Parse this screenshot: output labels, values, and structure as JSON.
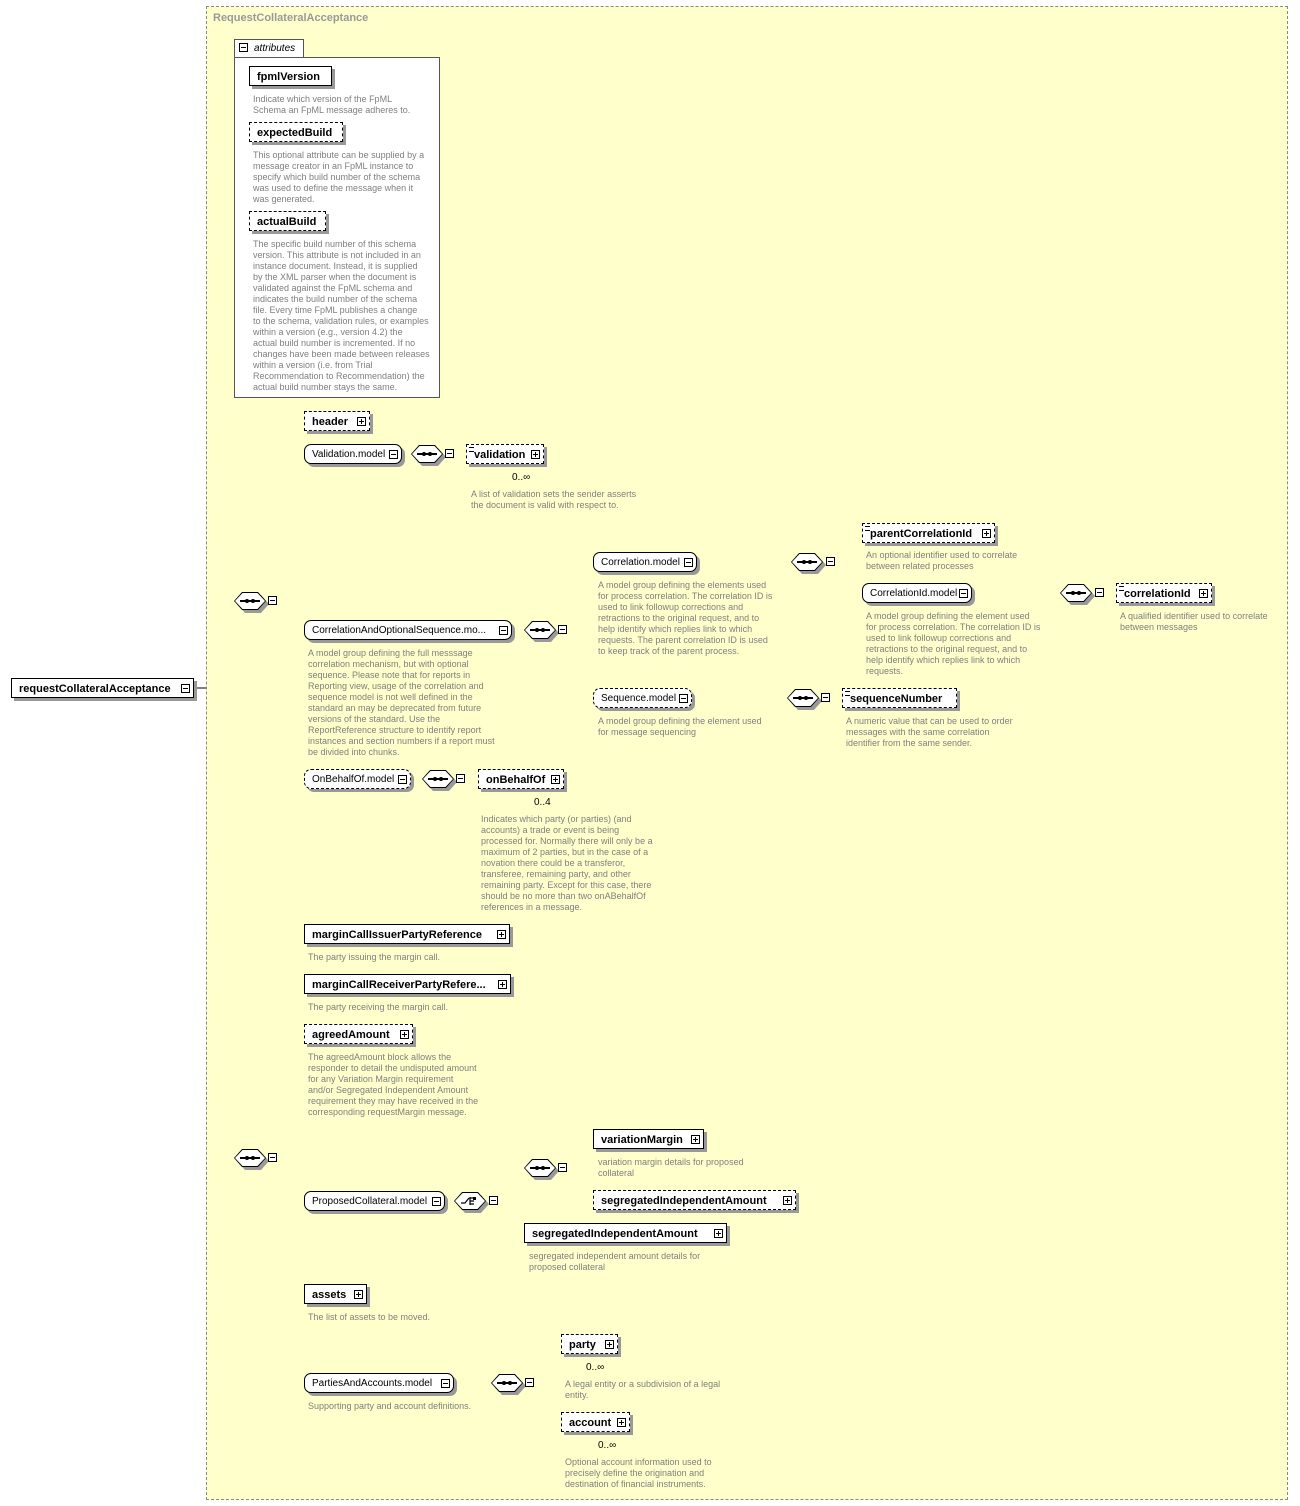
{
  "frame_title": "RequestCollateralAcceptance",
  "root": {
    "label": "requestCollateralAcceptance"
  },
  "attributes": {
    "tab_label": "attributes",
    "items": [
      {
        "label": "fpmlVersion",
        "desc": "Indicate which version of the FpML\nSchema an FpML message adheres to."
      },
      {
        "label": "expectedBuild",
        "desc": "This optional attribute can be supplied by a\nmessage creator in an FpML instance to\nspecify which build number of the schema\nwas used to define the message when it\nwas generated."
      },
      {
        "label": "actualBuild",
        "desc": "The specific build number of this schema\nversion. This attribute is not included in an\ninstance document. Instead, it is supplied\nby the XML parser when the document is\nvalidated against the FpML schema and\nindicates the build number of the schema\nfile. Every time FpML publishes a change\nto the schema, validation rules, or examples\nwithin a version (e.g., version 4.2) the\nactual build number is incremented. If no\nchanges have been made between releases\nwithin a version (i.e. from Trial\nRecommendation to Recommendation) the\nactual build number stays the same."
      }
    ]
  },
  "nodes": {
    "header": {
      "label": "header"
    },
    "validation_model": {
      "label": "Validation.model"
    },
    "validation": {
      "label": "validation",
      "card": "0..∞",
      "desc": "A list of validation sets the sender asserts\nthe document is valid with respect to."
    },
    "corr_seq_model": {
      "label": "CorrelationAndOptionalSequence.mo...",
      "desc": "A model group defining the full messsage\ncorrelation mechanism, but with optional\nsequence. Please note that for reports in\nReporting view, usage of the correlation and\nsequence model is not well defined in the\nstandard an may be deprecated from future\nversions of the standard. Use the\nReportReference structure to identify report\ninstances and section numbers if a report must\nbe divided into chunks."
    },
    "correlation_model": {
      "label": "Correlation.model",
      "desc": "A model group defining the elements used\nfor process correlation. The correlation ID is\nused to link followup corrections and\nretractions to the original request, and to\nhelp identify which replies link to which\nrequests. The parent correlation ID is used\nto keep track of the parent process."
    },
    "parent_correlation_id": {
      "label": "parentCorrelationId",
      "desc": "An optional identifier used to correlate\nbetween related processes"
    },
    "correlation_id_model": {
      "label": "CorrelationId.model",
      "desc": "A model group defining the element used\nfor process correlation. The correlation ID is\nused to link followup corrections and\nretractions to the original request, and to\nhelp identify which replies link to which\nrequests."
    },
    "correlation_id": {
      "label": "correlationId",
      "desc": "A qualified identifier used to correlate\nbetween messages"
    },
    "sequence_model": {
      "label": "Sequence.model",
      "desc": "A model group defining the element used\nfor message sequencing"
    },
    "sequence_number": {
      "label": "sequenceNumber",
      "desc": "A numeric value that can be used to order\nmessages with the same correlation\nidentifier from the same sender."
    },
    "on_behalf_of_model": {
      "label": "OnBehalfOf.model"
    },
    "on_behalf_of": {
      "label": "onBehalfOf",
      "card": "0..4",
      "desc": "Indicates which party (or parties) (and\naccounts) a trade or event is being\nprocessed for. Normally there will only be a\nmaximum of 2 parties, but in the case of a\nnovation there could be a transferor,\ntransferee, remaining party, and other\nremaining party. Except for this case, there\nshould be no more than two onABehalfOf\nreferences in a message."
    },
    "issuer_ref": {
      "label": "marginCallIssuerPartyReference",
      "desc": "The party issuing the margin call."
    },
    "receiver_ref": {
      "label": "marginCallReceiverPartyRefere...",
      "desc": "The party receiving the margin call."
    },
    "agreed_amount": {
      "label": "agreedAmount",
      "desc": "The agreedAmount block allows the\nresponder to detail the undisputed amount\nfor any Variation Margin requirement\nand/or Segregated Independent Amount\nrequirement they may have received in the\ncorresponding requestMargin message."
    },
    "proposed_collateral_model": {
      "label": "ProposedCollateral.model"
    },
    "variation_margin": {
      "label": "variationMargin",
      "desc": "variation margin details for proposed\ncollateral"
    },
    "seg_amount_opt": {
      "label": "segregatedIndependentAmount"
    },
    "seg_amount": {
      "label": "segregatedIndependentAmount",
      "desc": "segregated independent amount details for\nproposed collateral"
    },
    "assets": {
      "label": "assets",
      "desc": "The list of assets to be moved."
    },
    "parties_accounts_model": {
      "label": "PartiesAndAccounts.model",
      "desc": "Supporting party and account definitions."
    },
    "party": {
      "label": "party",
      "card": "0..∞",
      "desc": "A legal entity or a subdivision of a legal\nentity."
    },
    "account": {
      "label": "account",
      "card": "0..∞",
      "desc": "Optional account information used to\nprecisely define the origination and\ndestination of financial instruments."
    }
  }
}
